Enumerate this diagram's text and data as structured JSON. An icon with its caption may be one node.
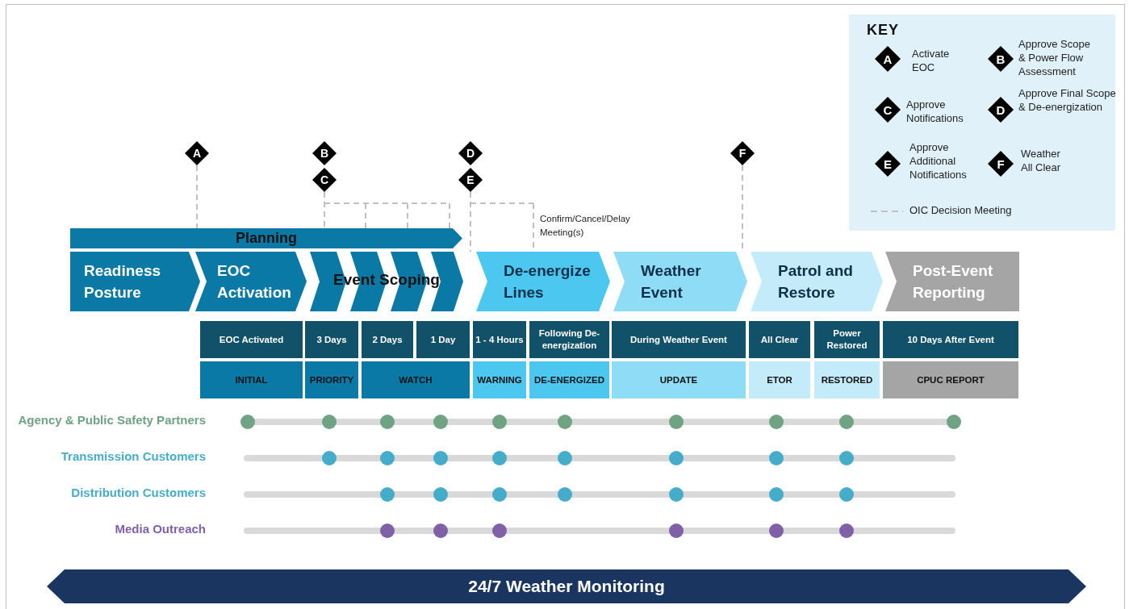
{
  "diagram": {
    "nodes": [
      {
        "text": [
          "KEY"
        ]
      },
      {
        "text": [
          "A"
        ],
        "in": 0,
        "beside": [
          "Activate EOC"
        ]
      },
      {
        "text": [
          "B"
        ],
        "in": 0,
        "beside": [
          "Approve Scope & Power Flow Assessment"
        ]
      },
      {
        "text": [
          "C"
        ],
        "in": 0,
        "beside": [
          "Approve Notifications"
        ]
      },
      {
        "text": [
          "D"
        ],
        "in": 0,
        "beside": [
          "Approve Final Scope & De-energization"
        ]
      },
      {
        "text": [
          "E"
        ],
        "in": 0,
        "beside": [
          "Approve Additional Notifications"
        ]
      },
      {
        "text": [
          "F"
        ],
        "in": 0,
        "beside": [
          "Weather All Clear"
        ]
      },
      {
        "text": [
          "A"
        ]
      },
      {
        "text": [
          "B"
        ]
      },
      {
        "text": [
          "C"
        ]
      },
      {
        "text": [
          "D"
        ]
      },
      {
        "text": [
          "E"
        ]
      },
      {
        "text": [
          "F"
        ]
      },
      {
        "text": [
          "Planning"
        ]
      },
      {
        "text": [
          "Readiness Posture"
        ]
      },
      {
        "text": [
          "EOC Activation"
        ]
      },
      {
        "text": [
          "Event Scoping"
        ]
      },
      {
        "text": [
          "De-energize Lines"
        ]
      },
      {
        "text": [
          "Weather Event"
        ]
      },
      {
        "text": [
          "Patrol and Restore"
        ]
      },
      {
        "text": [
          "Post-Event Reporting"
        ]
      },
      {
        "text": [
          "24/7 Weather Monitoring"
        ]
      }
    ],
    "edges": [
      {
        "from": 7,
        "to": 13,
        "arrow": "none",
        "style": "dashed"
      },
      {
        "from": 9,
        "to": 13,
        "arrow": "none",
        "style": "dashed"
      },
      {
        "from": 11,
        "to": 17,
        "arrow": "none",
        "style": "dashed"
      },
      {
        "from": 12,
        "to": 19,
        "arrow": "none",
        "style": "dashed"
      }
    ],
    "labels": [
      "Confirm/Cancel/Delay Meeting(s)",
      "EOC Activated",
      "3 Days",
      "2 Days",
      "1 Day",
      "1 - 4 Hours",
      "Following De-energization",
      "During Weather Event",
      "All Clear",
      "Power Restored",
      "10 Days After Event",
      "INITIAL",
      "PRIORITY",
      "WATCH",
      "WARNING",
      "DE-ENERGIZED",
      "UPDATE",
      "ETOR",
      "RESTORED",
      "CPUC REPORT",
      "Agency & Public Safety Partners",
      "Transmission Customers",
      "Distribution Customers",
      "Media Outreach"
    ],
    "legend": [
      {
        "text": "OIC Decision Meeting"
      }
    ]
  }
}
